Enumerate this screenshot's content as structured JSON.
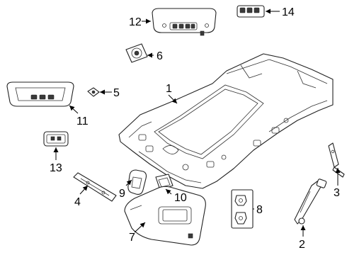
{
  "callouts": {
    "c1": "1",
    "c2": "2",
    "c3": "3",
    "c4": "4",
    "c5": "5",
    "c6": "6",
    "c7": "7",
    "c8": "8",
    "c9": "9",
    "c10": "10",
    "c11": "11",
    "c12": "12",
    "c13": "13",
    "c14": "14"
  },
  "colors": {
    "line": "#222222",
    "background": "#ffffff"
  }
}
